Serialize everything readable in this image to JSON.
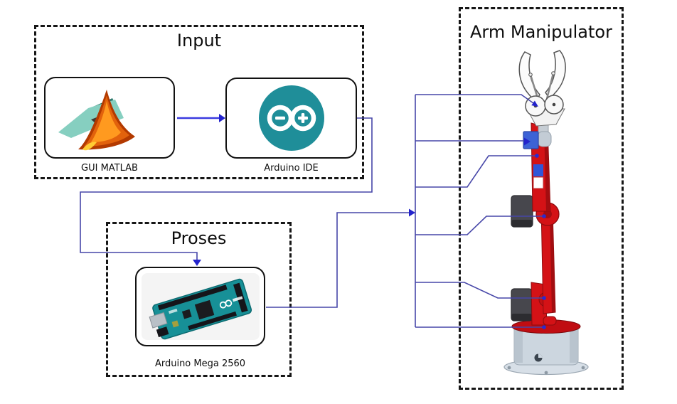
{
  "diagram": {
    "groups": {
      "input": {
        "title": "Input"
      },
      "proses": {
        "title": "Proses"
      },
      "arm": {
        "title": "Arm Manipulator"
      }
    },
    "nodes": {
      "gui_matlab": {
        "label": "GUI MATLAB",
        "icon": "matlab-logo"
      },
      "arduino_ide": {
        "label": "Arduino IDE",
        "icon": "arduino-ide-logo"
      },
      "arduino_mega": {
        "label": "Arduino Mega 2560",
        "icon": "arduino-mega-board"
      },
      "robot_arm": {
        "icon": "robot-arm-render"
      }
    },
    "connections": [
      {
        "from": "gui_matlab",
        "to": "arduino_ide",
        "style": "arrow"
      },
      {
        "from": "arduino_ide",
        "to": "arduino_mega",
        "style": "arrow"
      },
      {
        "from": "arduino_mega",
        "to": "signal_bus",
        "style": "arrow"
      },
      {
        "from": "signal_bus",
        "to": "arm_gripper",
        "style": "arrow"
      },
      {
        "from": "signal_bus",
        "to": "arm_wrist_servo",
        "style": "arrow"
      },
      {
        "from": "signal_bus",
        "to": "arm_wrist_joint",
        "style": "dot"
      },
      {
        "from": "signal_bus",
        "to": "arm_shoulder_joint",
        "style": "dot"
      },
      {
        "from": "signal_bus",
        "to": "arm_elbow_joint",
        "style": "dot"
      },
      {
        "from": "signal_bus",
        "to": "arm_base_joint",
        "style": "dot"
      }
    ],
    "colors": {
      "connector": "#4646a8",
      "arrowhead": "#2323cc",
      "bright_arrow": "#3b3be0",
      "box_border": "#161616",
      "arduino_teal": "#1f8e99",
      "arm_red": "#d41216",
      "servo_dark": "#47474d",
      "base_silver": "#ccd6df"
    }
  }
}
